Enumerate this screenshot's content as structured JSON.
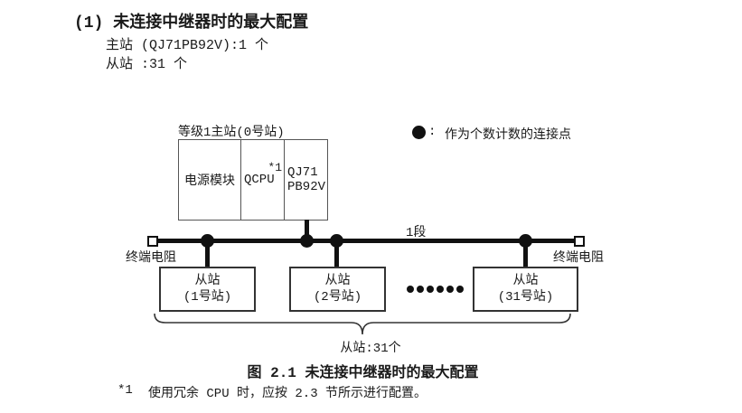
{
  "heading": "(1) 未连接中继器时的最大配置",
  "intro": {
    "master_line": "主站 (QJ71PB92V):1 个",
    "slave_line": "从站 :31 个"
  },
  "diagram": {
    "master_label": "等级1主站(0号站)",
    "master_box": {
      "power": "电源模块",
      "cpu": "QCPU",
      "cpu_ref": "*1",
      "module_line1": "QJ71",
      "module_line2": "PB92V"
    },
    "legend": {
      "colon": ":",
      "text": "作为个数计数的连接点"
    },
    "segment_label": "1段",
    "terminator_left": "终端电阻",
    "terminator_right": "终端电阻",
    "slaves": [
      {
        "line1": "从站",
        "line2": "(1号站)"
      },
      {
        "line1": "从站",
        "line2": "(2号站)"
      },
      {
        "line1": "从站",
        "line2": "(31号站)"
      }
    ],
    "brace_label": "从站:31个"
  },
  "caption": "图 2.1 未连接中继器时的最大配置",
  "footnote": {
    "marker": "*1",
    "text": "使用冗余 CPU 时，应按 2.3 节所示进行配置。"
  }
}
